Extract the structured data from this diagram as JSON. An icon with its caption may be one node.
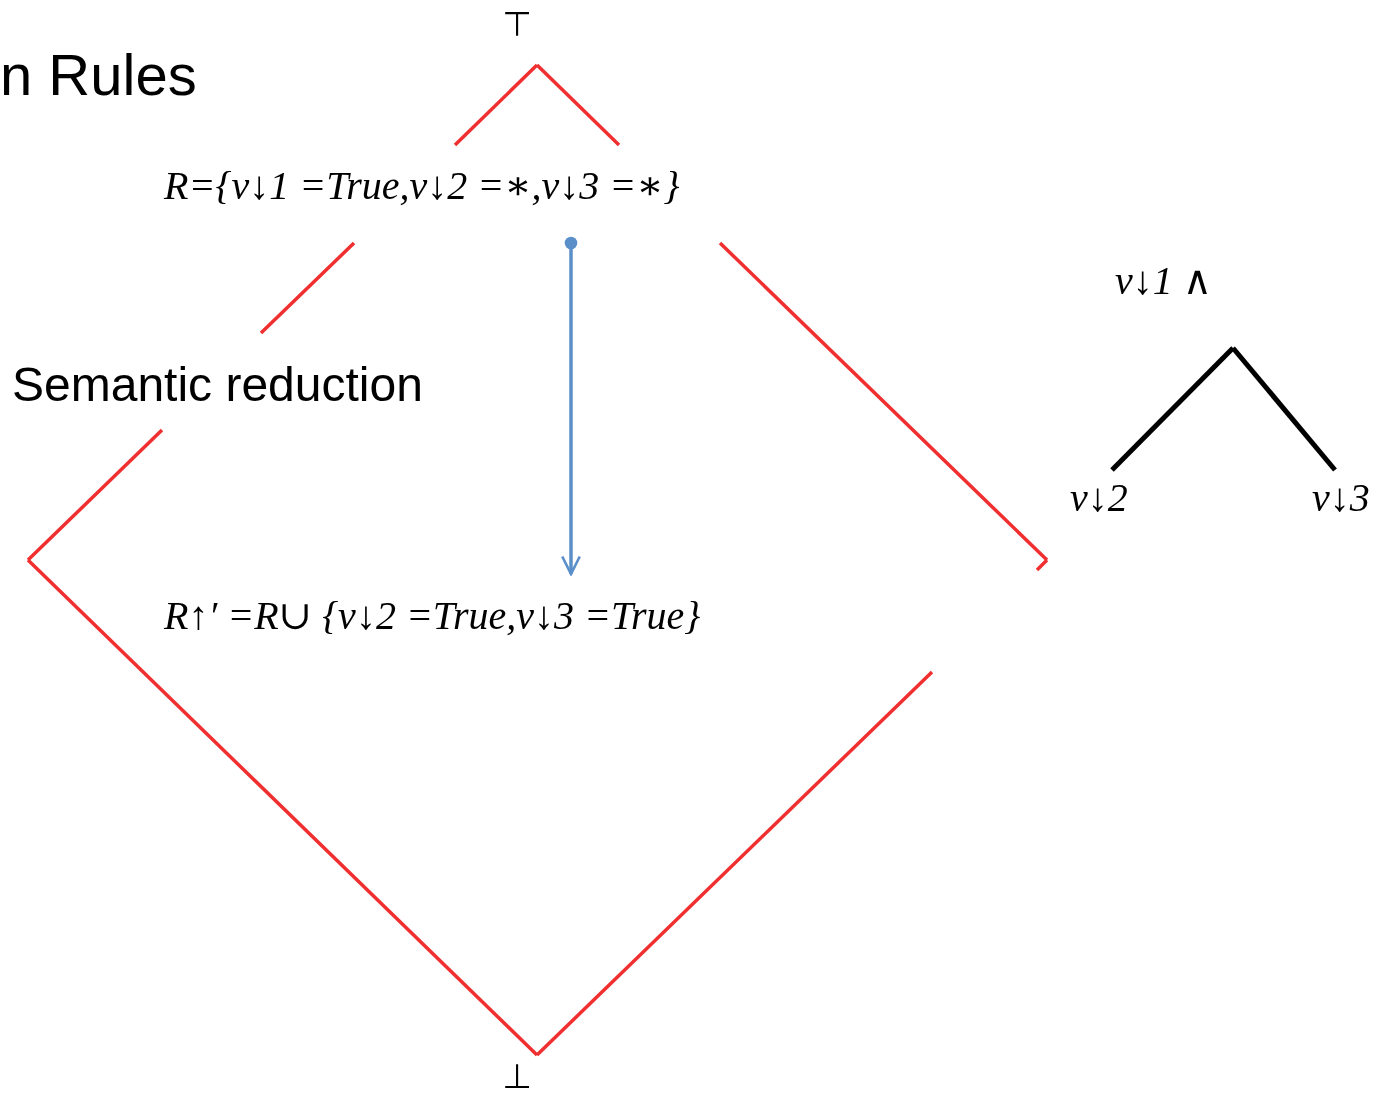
{
  "diagram": {
    "title": "n Rules",
    "nodes": [
      {
        "text": [
          "⊤",
          "⊥"
        ]
      },
      {
        "text": [
          "R={v↓1 =True,v↓2 =∗,v↓3 =∗}"
        ],
        "in": 0
      },
      {
        "text": [
          "R↑′ =R∪ {v↓2 =True,v↓3 =True}"
        ],
        "in": 0
      },
      {
        "text": [
          "v↓1 ∧"
        ]
      },
      {
        "text": [
          "v↓2"
        ]
      },
      {
        "text": [
          "v↓3"
        ]
      }
    ],
    "edges": [
      {
        "from": 1,
        "to": 2,
        "arrow": "to",
        "color": "#5b8fc9"
      },
      {
        "from": 3,
        "to": 4,
        "arrow": "none"
      },
      {
        "from": 3,
        "to": 5,
        "arrow": "none"
      }
    ],
    "labels": [
      "Semantic reduction"
    ]
  }
}
